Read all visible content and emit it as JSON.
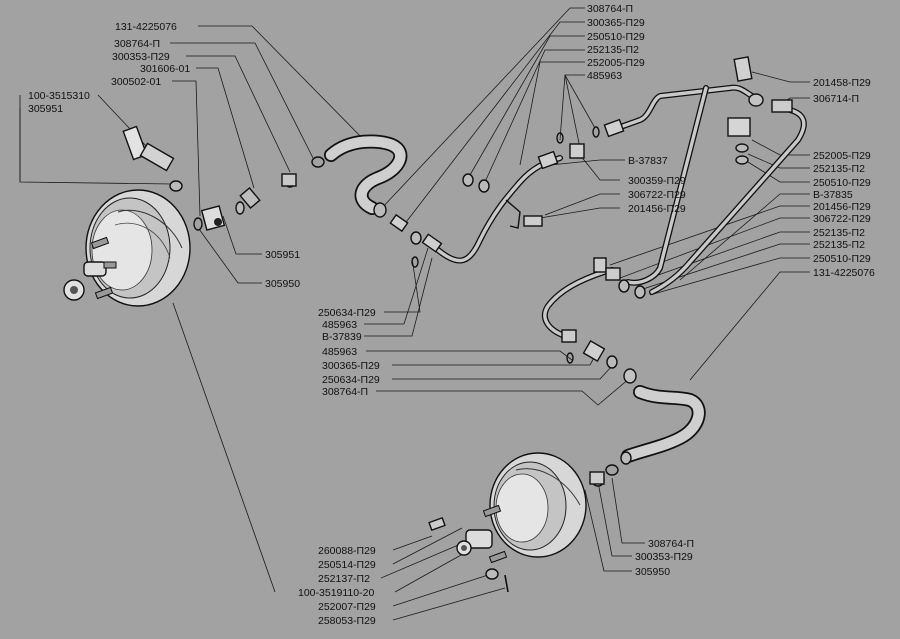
{
  "labels": {
    "l_131_top": "131-4225076",
    "l_308764_top": "308764-П",
    "l_300353_top": "300353-П29",
    "l_301606": "301606-01",
    "l_300502": "300502-01",
    "l_100_3515310": "100-3515310",
    "l_305951_left": "305951",
    "l_305951_mid": "305951",
    "l_305950_mid": "305950",
    "c_308764": "308764-П",
    "c_300365": "300365-П29",
    "c_250510": "250510-П29",
    "c_252135": "252135-П2",
    "c_252005": "252005-П29",
    "c_485963": "485963",
    "r_201458": "201458-П29",
    "r_306714": "306714-П",
    "r_252005": "252005-П29",
    "r_252135": "252135-П2",
    "r_250510": "250510-П29",
    "r_B37835": "В-37835",
    "r_201456": "201456-П29",
    "r_306722": "306722-П29",
    "r_252135b": "252135-П2",
    "r_252135c": "252135-П2",
    "r_250510b": "250510-П29",
    "r_131": "131-4225076",
    "m_B37837": "В-37837",
    "m_300359": "300359-П29",
    "m_306722": "306722-П29",
    "m_201456": "201456-П29",
    "ml_250634": "250634-П29",
    "ml_485963": "485963",
    "ml_B37839": "В-37839",
    "lo_485963": "485963",
    "lo_300365": "300365-П29",
    "lo_250634": "250634-П29",
    "lo_308764": "308764-П",
    "b_260088": "260088-П29",
    "b_250514": "250514-П29",
    "b_252137": "252137-П2",
    "b_100_3519110": "100-3519110-20",
    "b_252007": "252007-П29",
    "b_258053": "258053-П29",
    "br_308764": "308764-П",
    "br_300353": "300353-П29",
    "br_305950": "305950"
  }
}
